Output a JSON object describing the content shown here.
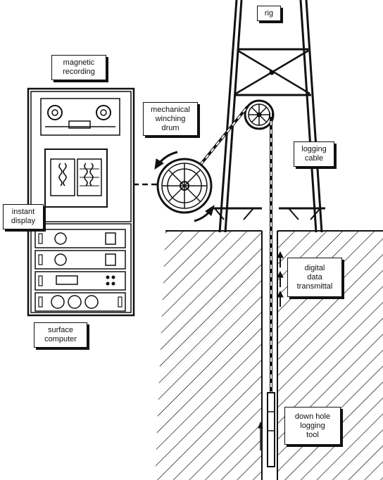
{
  "labels": {
    "rig": [
      "rig"
    ],
    "magnetic_recording": [
      "magnetic",
      "recording"
    ],
    "mechanical_winching_drum": [
      "mechanical",
      "winching",
      "drum"
    ],
    "logging_cable": [
      "logging",
      "cable"
    ],
    "instant_display": [
      "instant",
      "display"
    ],
    "digital_data_transmittal": [
      "digital",
      "data",
      "transmittal"
    ],
    "surface_computer": [
      "surface",
      "computer"
    ],
    "down_hole_logging_tool": [
      "down hole",
      "logging",
      "tool"
    ]
  },
  "colors": {
    "ink": "#111111",
    "paper": "#ffffff"
  }
}
